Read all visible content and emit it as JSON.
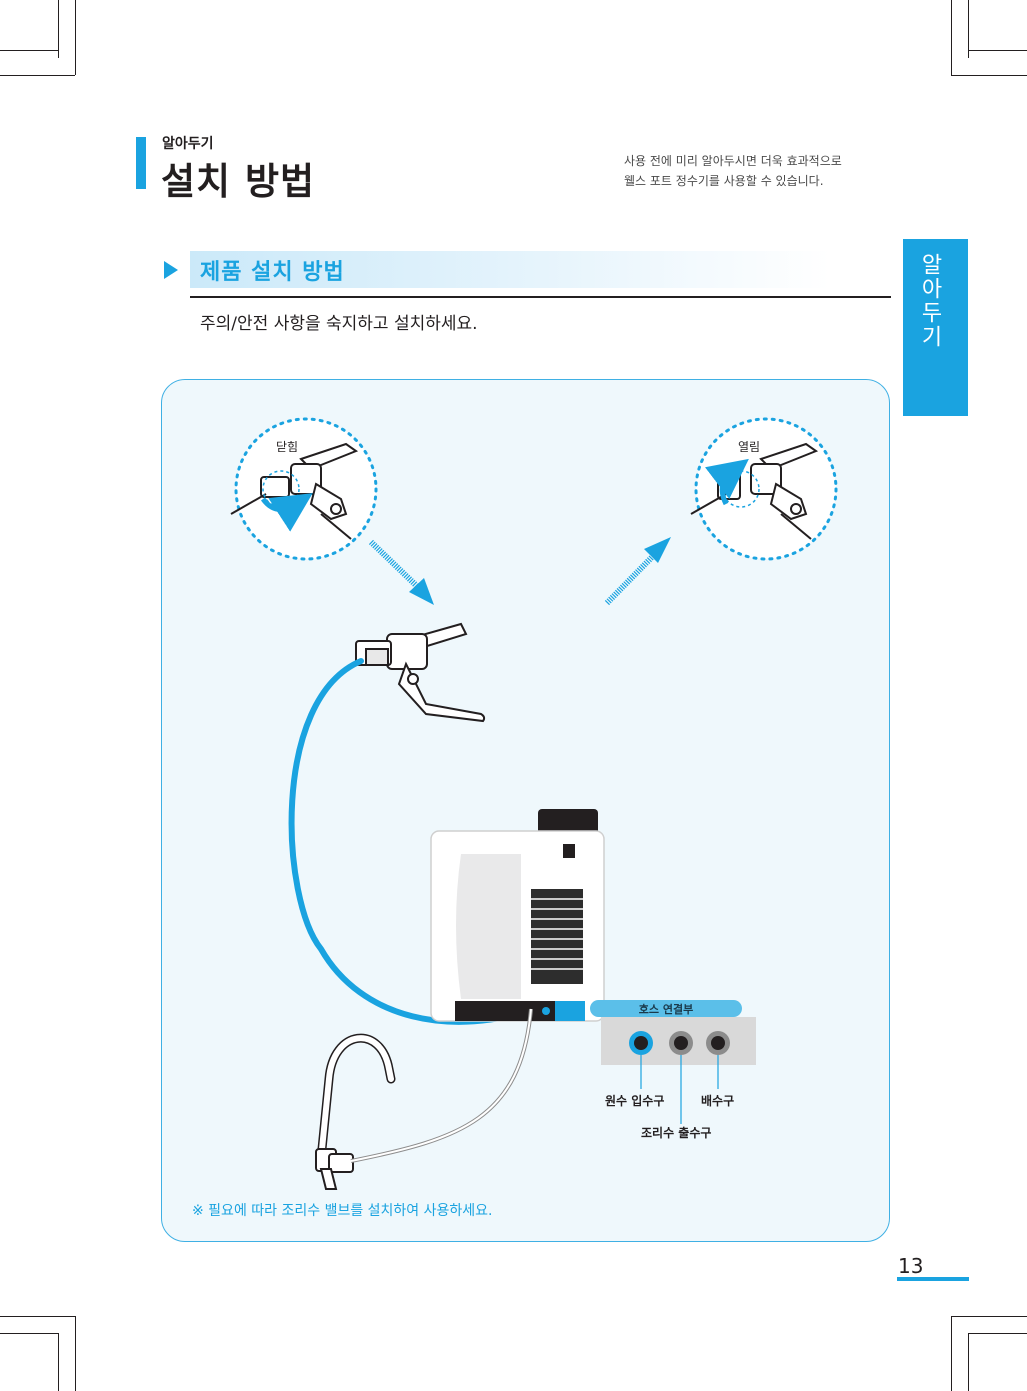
{
  "header": {
    "subtitle": "알아두기",
    "title": "설치 방법",
    "description_line1": "사용 전에 미리 알아두시면 더욱 효과적으로",
    "description_line2": "웰스 포트 정수기를 사용할 수 있습니다."
  },
  "side_tab": {
    "label": "알아두기"
  },
  "section": {
    "title": "제품 설치 방법",
    "note": "주의/안전 사항을 숙지하고 설치하세요."
  },
  "illustration": {
    "closed_label": "닫힘",
    "open_label": "열림",
    "hose_connection_label": "호스 연결부",
    "port_inlet_label": "원수 입수구",
    "port_cooking_label": "조리수 출수구",
    "port_drain_label": "배수구",
    "footnote": "※ 필요에 따라 조리수 밸브를 설치하여 사용하세요."
  },
  "page_number": "13",
  "colors": {
    "accent": "#1aa3e0",
    "panel": "#eff8fc"
  }
}
